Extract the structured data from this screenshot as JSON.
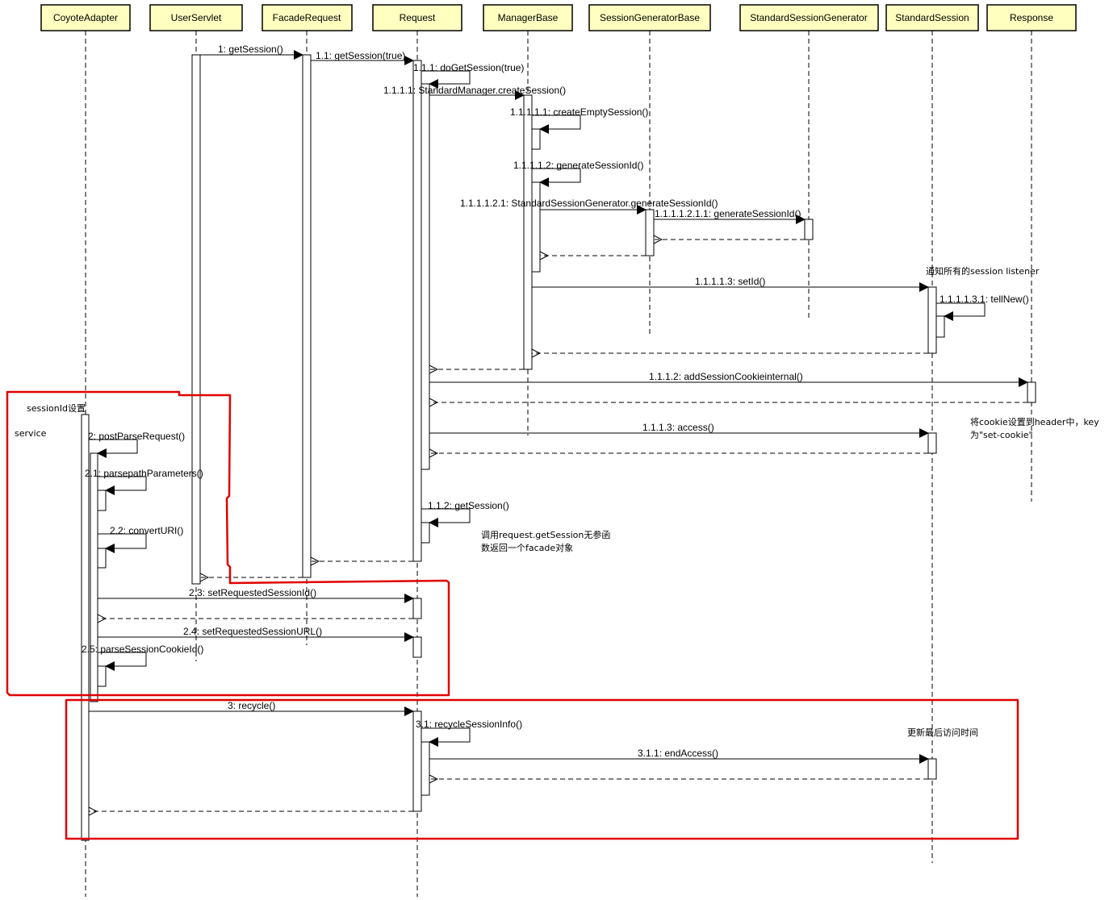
{
  "participants": [
    {
      "id": "coyote",
      "name": "CoyoteAdapter"
    },
    {
      "id": "servlet",
      "name": "UserServlet"
    },
    {
      "id": "facade",
      "name": "FacadeRequest"
    },
    {
      "id": "request",
      "name": "Request"
    },
    {
      "id": "manager",
      "name": "ManagerBase"
    },
    {
      "id": "gen_base",
      "name": "SessionGeneratorBase"
    },
    {
      "id": "std_gen",
      "name": "StandardSessionGenerator"
    },
    {
      "id": "session",
      "name": "StandardSession"
    },
    {
      "id": "response",
      "name": "Response"
    }
  ],
  "messages": {
    "m1": "1: getSession()",
    "m1_1": "1.1: getSession(true)",
    "m1_1_1": "1.1.1: doGetSession(true)",
    "m1_1_1_1": "1.1.1.1: StandardManager.createSession()",
    "m1_1_1_1_1": "1.1.1.1.1: createEmptySession()",
    "m1_1_1_1_2": "1.1.1.1.2: generateSessionId()",
    "m1_1_1_1_2_1": "1.1.1.1.2.1: StandardSessionGenerator.generateSessionId()",
    "m1_1_1_1_2_1_1": "1.1.1.1.2.1.1: generateSessionId()",
    "m1_1_1_1_3": "1.1.1.1.3: setId()",
    "m1_1_1_1_3_1": "1.1.1.1.3.1: tellNew()",
    "m1_1_1_2": "1.1.1.2: addSessionCookieinternal()",
    "m1_1_1_3": "1.1.1.3: access()",
    "m1_1_2": "1.1.2: getSession()",
    "m2": "2: postParseRequest()",
    "m2_1": "2.1: parsepathParameters()",
    "m2_2": "2.2: convertURI()",
    "m2_3": "2.3: setRequestedSessionId()",
    "m2_4": "2.4: setRequestedSessionURL()",
    "m2_5": "2.5: parseSessionCookieId()",
    "m3": "3: recycle()",
    "m3_1": "3.1: recycleSessionInfo()",
    "m3_1_1": "3.1.1: endAccess()"
  },
  "notes": {
    "notify_listeners": "通知所有的session  listener",
    "cookie_line1": "将cookie设置到header中，key",
    "cookie_line2": "为\"set-cookie\"",
    "facade_line1": "调用request.getSession无参函",
    "facade_line2": "数返回一个facade对象",
    "update_access": "更新最后访问时间",
    "sessionid_setting": "sessionId设置",
    "service": "service"
  },
  "colors": {
    "header_fill": "#ffffc0",
    "highlight": "#e00000"
  }
}
